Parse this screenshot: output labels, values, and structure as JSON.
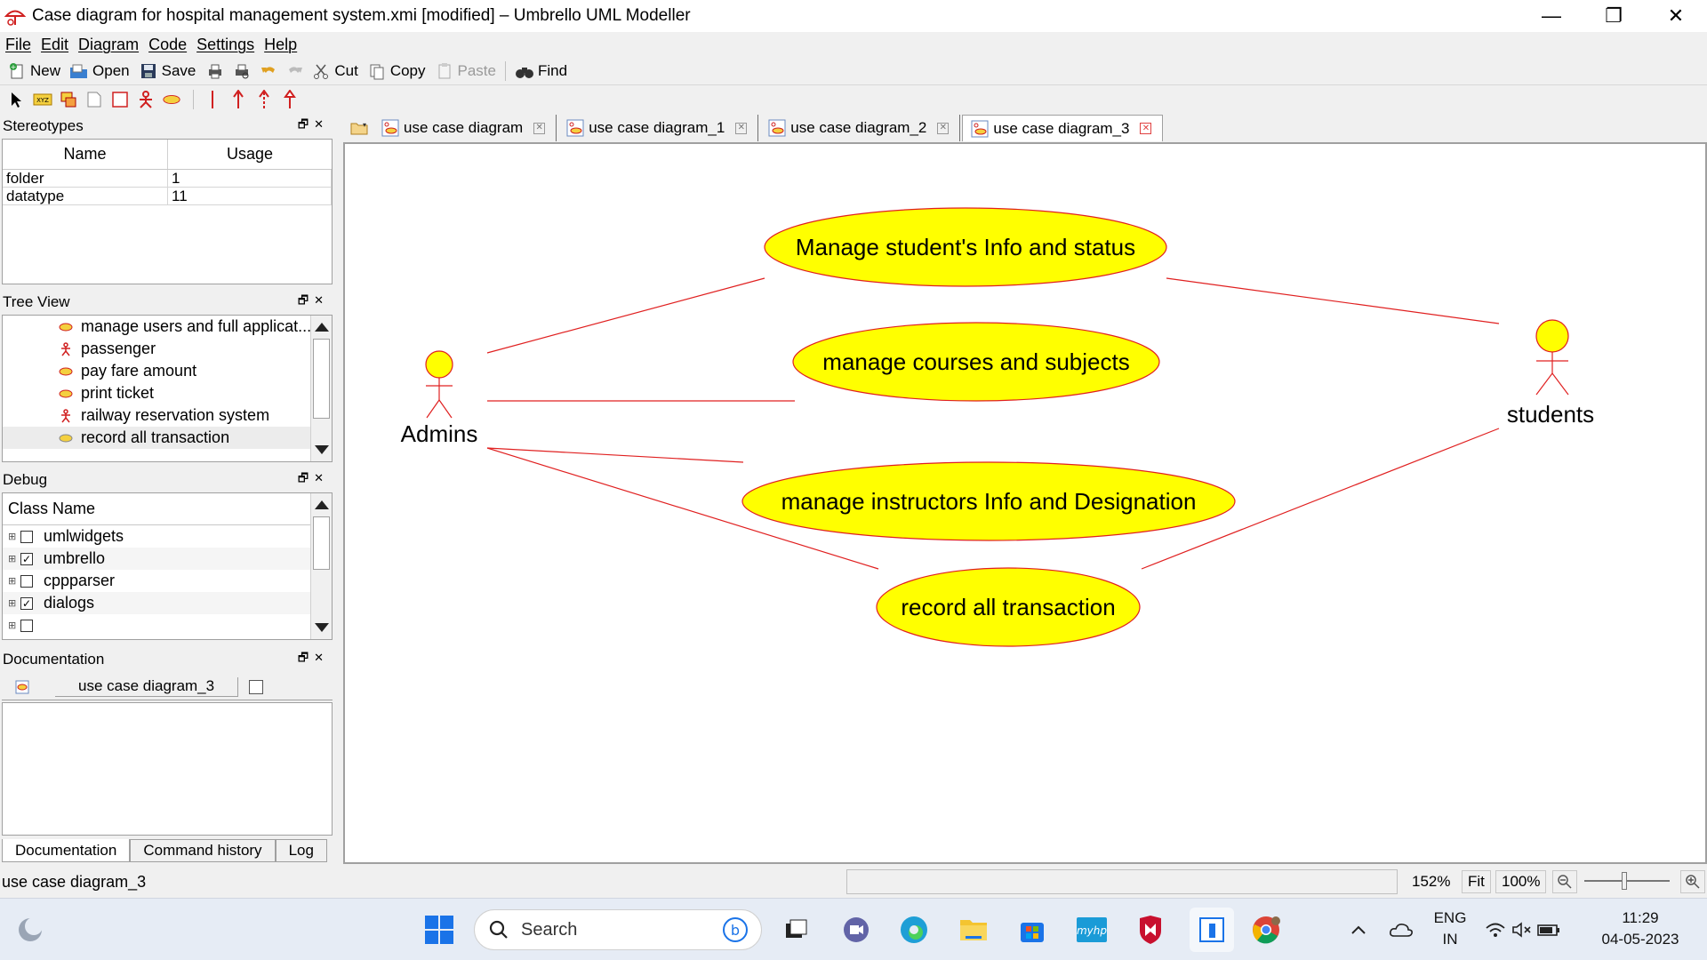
{
  "window": {
    "title": "Case diagram for hospital management system.xmi [modified] – Umbrello UML Modeller",
    "minimize": "—",
    "maximize": "❐",
    "close": "✕"
  },
  "menu": [
    "File",
    "Edit",
    "Diagram",
    "Code",
    "Settings",
    "Help"
  ],
  "toolbar": {
    "new_label": "New",
    "open_label": "Open",
    "save_label": "Save",
    "cut_label": "Cut",
    "copy_label": "Copy",
    "paste_label": "Paste",
    "find_label": "Find"
  },
  "stereotypes": {
    "title": "Stereotypes",
    "col_name": "Name",
    "col_usage": "Usage",
    "rows": [
      {
        "name": "folder",
        "usage": "1"
      },
      {
        "name": "datatype",
        "usage": "11"
      }
    ]
  },
  "tree_view": {
    "title": "Tree View",
    "items": [
      {
        "label": "manage users and full applicat...",
        "icon": "usecase-icon"
      },
      {
        "label": "passenger",
        "icon": "actor-icon"
      },
      {
        "label": "pay fare amount",
        "icon": "usecase-icon"
      },
      {
        "label": "print ticket",
        "icon": "usecase-icon"
      },
      {
        "label": "railway reservation system",
        "icon": "actor-icon"
      },
      {
        "label": "record all transaction",
        "icon": "usecase-icon"
      }
    ]
  },
  "debug": {
    "title": "Debug",
    "header": "Class Name",
    "items": [
      {
        "label": "umlwidgets",
        "checked": false
      },
      {
        "label": "umbrello",
        "checked": true
      },
      {
        "label": "cppparser",
        "checked": false
      },
      {
        "label": "dialogs",
        "checked": true
      },
      {
        "label": "",
        "checked": false
      }
    ]
  },
  "documentation": {
    "title": "Documentation",
    "diagram_name": "use case diagram_3",
    "tabs": [
      "Documentation",
      "Command history",
      "Log"
    ]
  },
  "diagram_tabs": [
    {
      "label": "use case diagram",
      "active": false
    },
    {
      "label": "use case diagram_1",
      "active": false
    },
    {
      "label": "use case diagram_2",
      "active": false
    },
    {
      "label": "use case diagram_3",
      "active": true
    }
  ],
  "diagram": {
    "actors": [
      {
        "label": "Admins"
      },
      {
        "label": "students"
      }
    ],
    "usecases": [
      {
        "label": "Manage student's Info and status"
      },
      {
        "label": "manage courses and subjects"
      },
      {
        "label": "manage instructors Info and Designation"
      },
      {
        "label": "record all transaction"
      }
    ],
    "usecase_fill": "#ffff00",
    "line_color": "#e02020"
  },
  "status": {
    "text": "use case diagram_3",
    "zoom": "152%",
    "fit": "Fit",
    "hundred": "100%"
  },
  "taskbar": {
    "search": "Search",
    "lang1": "ENG",
    "lang2": "IN",
    "time": "11:29",
    "date": "04-05-2023"
  }
}
